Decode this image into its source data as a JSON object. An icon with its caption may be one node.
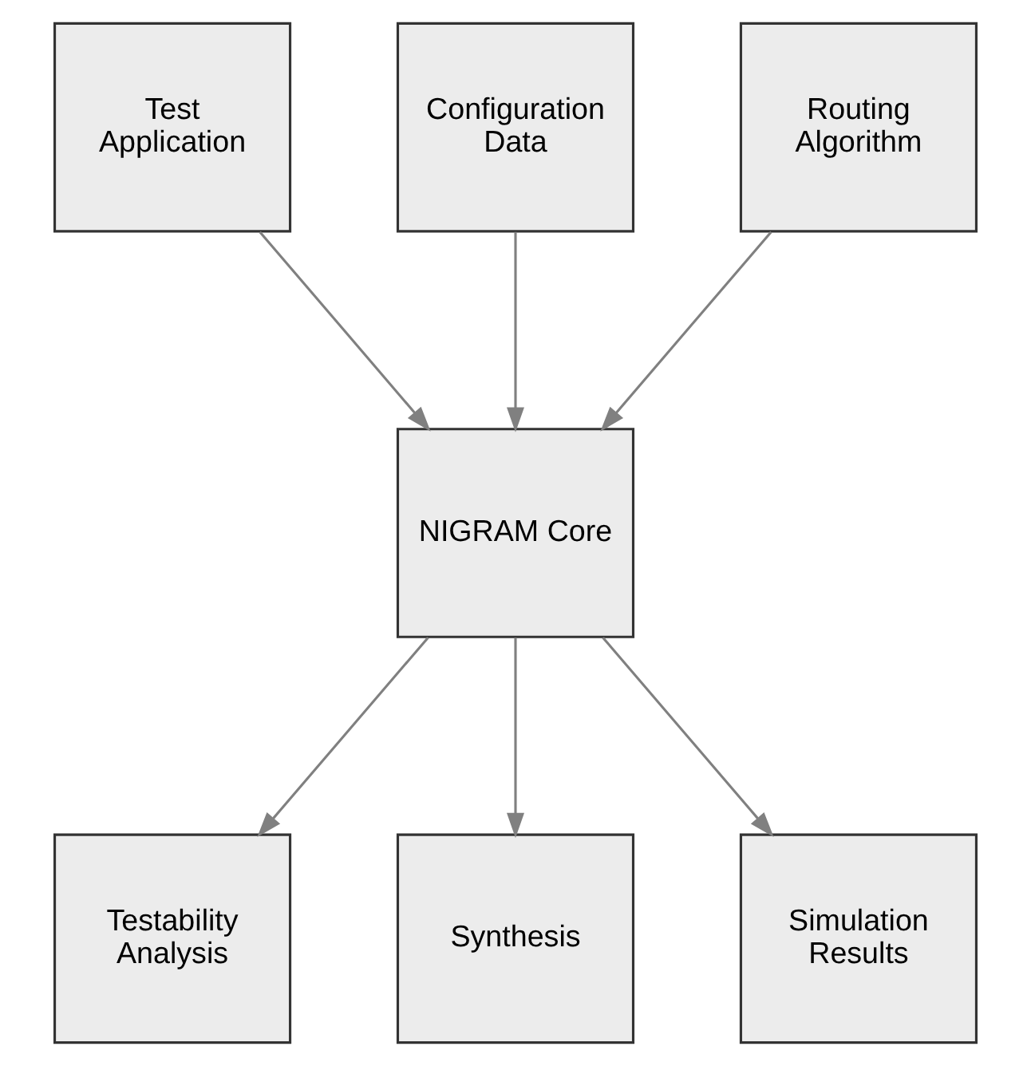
{
  "diagram": {
    "nodes": [
      {
        "text": [
          "Test Application"
        ]
      },
      {
        "text": [
          "Configuration Data"
        ]
      },
      {
        "text": [
          "Routing Algorithm"
        ]
      },
      {
        "text": [
          "NIGRAM Core"
        ]
      },
      {
        "text": [
          "Testability Analysis"
        ]
      },
      {
        "text": [
          "Synthesis"
        ]
      },
      {
        "text": [
          "Simulation Results"
        ]
      }
    ],
    "edges": [
      {
        "from": 0,
        "to": 3,
        "arrow": "to"
      },
      {
        "from": 1,
        "to": 3,
        "arrow": "to"
      },
      {
        "from": 2,
        "to": 3,
        "arrow": "to"
      },
      {
        "from": 3,
        "to": 4,
        "arrow": "to"
      },
      {
        "from": 3,
        "to": 5,
        "arrow": "to"
      },
      {
        "from": 3,
        "to": 6,
        "arrow": "to"
      }
    ]
  }
}
